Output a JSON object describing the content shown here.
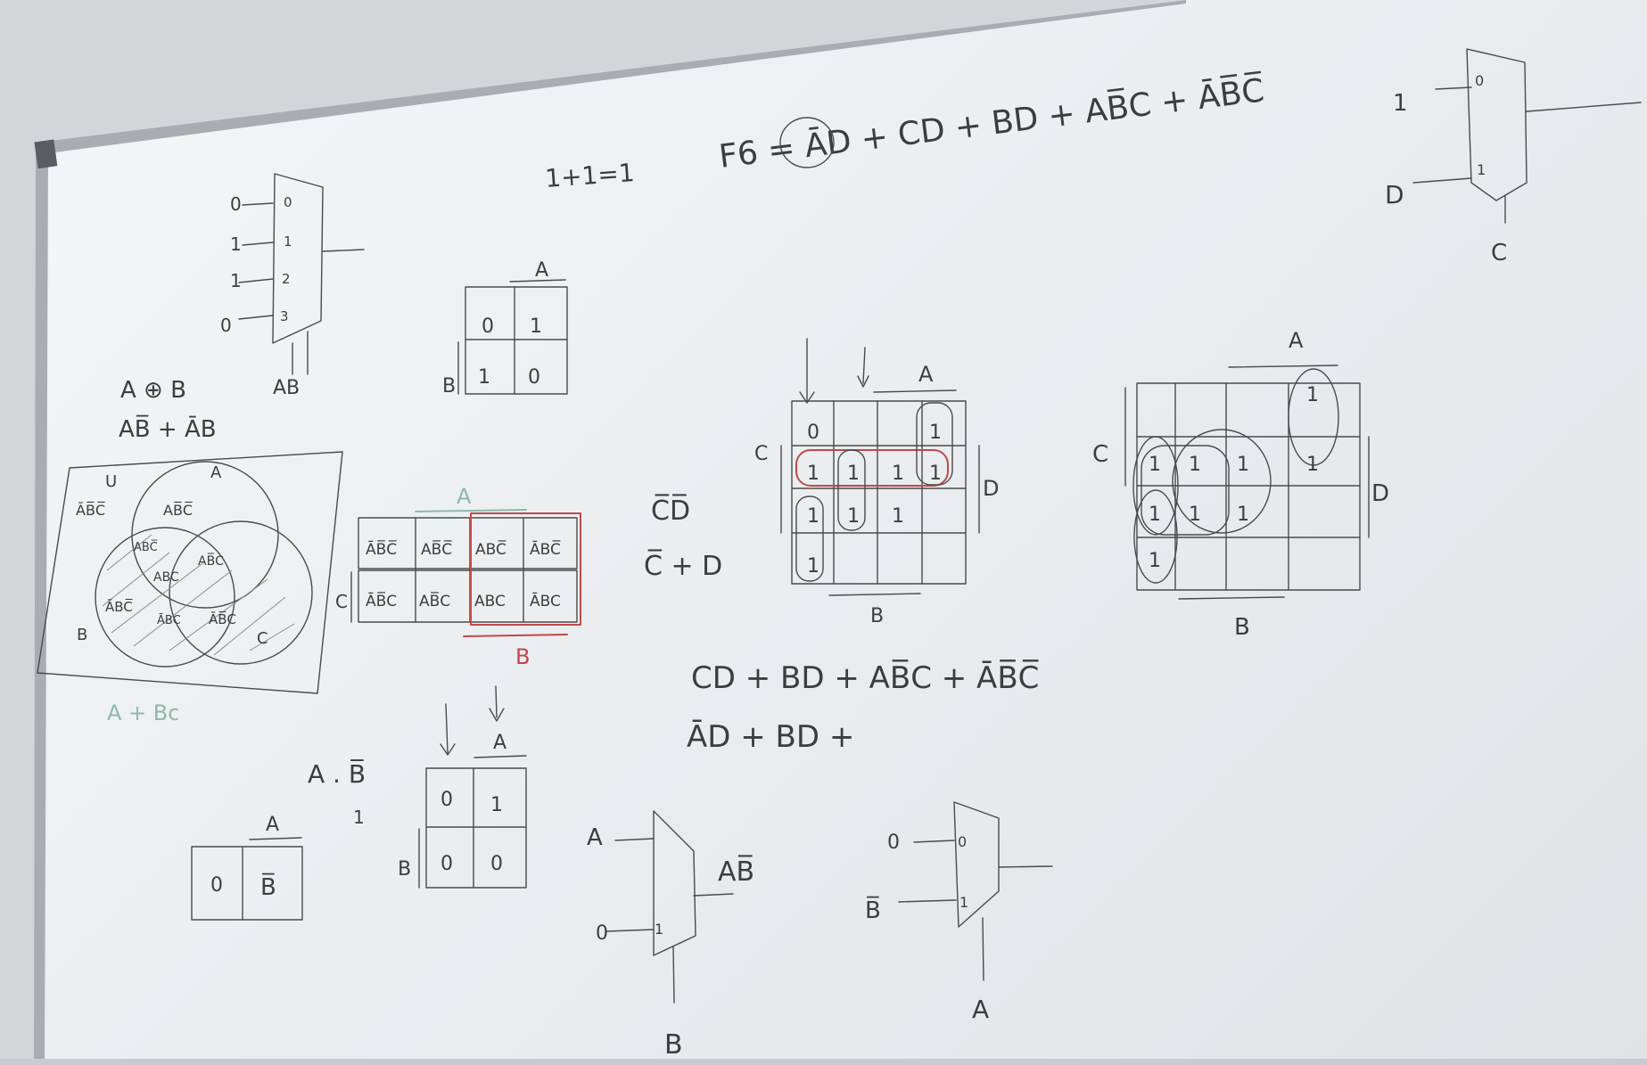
{
  "board": {
    "formula_f6": "F6 = ĀD + CD + BD + AB̅C + ĀB̅C̅",
    "identity": "1+1=1",
    "xor_symbol": "A ⊕ B",
    "xor_expansion": "AB̅ + ĀB",
    "mux_top_left": {
      "inputs": [
        "0",
        "1",
        "1",
        "0"
      ],
      "indexes": [
        "0",
        "1",
        "2",
        "3"
      ],
      "selects": "AB"
    },
    "kmap_2x2_top": {
      "col_var": "A",
      "row_var": "B",
      "cells": [
        "0",
        "1",
        "1",
        "0"
      ]
    },
    "venn": {
      "universe": "U",
      "a": "A",
      "b": "B",
      "c": "C",
      "regions": [
        "ĀB̅C̅",
        "AB̅C̅",
        "ABC̅",
        "AB̅C",
        "ABC",
        "ĀBC̅",
        "ĀBC",
        "ĀB̅C"
      ],
      "caption": "A + Bc"
    },
    "kmap_terms": {
      "col_var": "A",
      "row_var": "C",
      "bottom_var": "B",
      "row1": [
        "ĀB̅C̅",
        "AB̅C̅",
        "ABC̅",
        "ĀBC̅"
      ],
      "row2": [
        "ĀB̅C",
        "AB̅C",
        "ABC",
        "ĀBC"
      ]
    },
    "cd_bar": "C̅D̅",
    "c_bar_plus_d": "C̅ + D",
    "kmap_4x4_mid": {
      "col_var": "A",
      "row_var": "C",
      "right_var": "D",
      "bottom_var": "B",
      "cells": [
        "0",
        "",
        "",
        "1",
        "1",
        "1",
        "1",
        "1",
        "1",
        "1",
        "1",
        "",
        "1",
        "",
        "",
        ""
      ]
    },
    "kmap_4x4_right": {
      "col_var": "A",
      "row_var": "C",
      "right_var": "D",
      "bottom_var": "B",
      "cells": [
        "",
        "",
        "",
        "1",
        "1",
        "1",
        "1",
        "1",
        "1",
        "1",
        "1",
        "",
        "1",
        "",
        "",
        ""
      ]
    },
    "expr_line1": "CD + BD + AB̅C + ĀB̅C̅",
    "expr_line2": "ĀD + BD +",
    "a_dot_bbar": "A . B̅",
    "a_dot_val": "1",
    "small_map_1x2": {
      "col_var": "A",
      "cells": [
        "0",
        "B̅"
      ]
    },
    "kmap_2x2_bottom": {
      "col_var": "A",
      "row_var": "B",
      "cells": [
        "0",
        "1",
        "0",
        "0"
      ]
    },
    "mux_bottom_1": {
      "in0_label": "A",
      "in1_label": "0",
      "index1": "1",
      "output": "AB̅",
      "select": "B"
    },
    "mux_bottom_2": {
      "in0_label": "0",
      "in1_label": "B̅",
      "index0": "0",
      "index1": "1",
      "select": "A"
    },
    "mux_top_right": {
      "in0_label": "1",
      "in1_label": "D",
      "index0": "0",
      "index1": "1",
      "select": "C"
    }
  }
}
